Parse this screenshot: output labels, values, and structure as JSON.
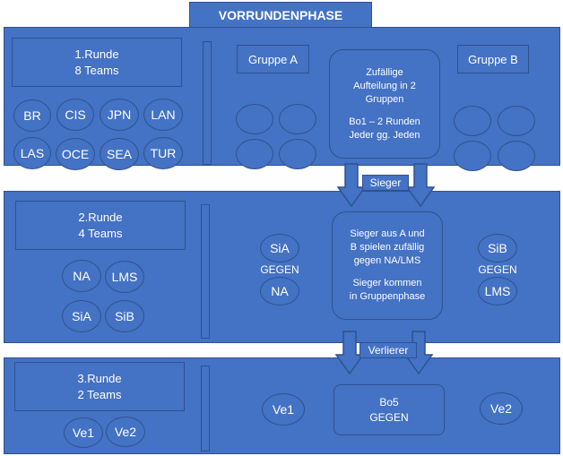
{
  "title": "VORRUNDENPHASE",
  "round1": {
    "label_line1": "1.Runde",
    "label_line2": "8 Teams",
    "teams": [
      "BR",
      "CIS",
      "JPN",
      "LAN",
      "LAS",
      "OCE",
      "SEA",
      "TUR"
    ],
    "group_a": "Gruppe A",
    "group_b": "Gruppe B",
    "info_line1": "Zufällige",
    "info_line2": "Aufteilung in 2",
    "info_line3": "Gruppen",
    "info_line4": "Bo1 – 2 Runden",
    "info_line5": "Jeder gg. Jeden"
  },
  "arrow1_label": "Sieger",
  "round2": {
    "label_line1": "2.Runde",
    "label_line2": "4 Teams",
    "teams": [
      "NA",
      "LMS",
      "SiA",
      "SiB"
    ],
    "left_top": "SiA",
    "left_mid": "GEGEN",
    "left_bottom": "NA",
    "right_top": "SiB",
    "right_mid": "GEGEN",
    "right_bottom": "LMS",
    "info_line1": "Sieger aus A und",
    "info_line2": "B spielen zufällig",
    "info_line3": "gegen NA/LMS",
    "info_line4": "Sieger kommen",
    "info_line5": "in Gruppenphase"
  },
  "arrow2_label": "Verlierer",
  "round3": {
    "label_line1": "3.Runde",
    "label_line2": "2 Teams",
    "teams": [
      "Ve1",
      "Ve2"
    ],
    "left": "Ve1",
    "right": "Ve2",
    "info_line1": "Bo5",
    "info_line2": "GEGEN"
  },
  "colors": {
    "fill": "#4472C4",
    "stroke": "#2F528F",
    "text": "#FFFFFF"
  }
}
